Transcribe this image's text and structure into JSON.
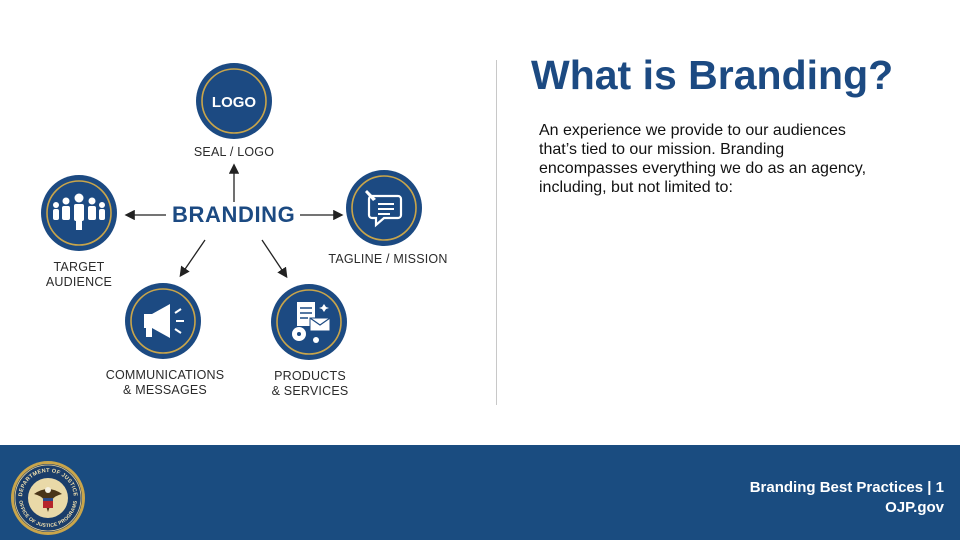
{
  "slide": {
    "title": "What is Branding?",
    "body": "An experience we provide to our audiences that’s tied to our mission. Branding encompasses everything we do as an agency, including, but not limited to:"
  },
  "diagram": {
    "center": "BRANDING",
    "logo_circle_text": "LOGO",
    "labels": {
      "seal_logo": "SEAL / LOGO",
      "target_line1": "TARGET",
      "target_line2": "AUDIENCE",
      "tagline": "TAGLINE / MISSION",
      "comms_line1": "COMMUNICATIONS",
      "comms_line2": "& MESSAGES",
      "products_line1": "PRODUCTS",
      "products_line2": "& SERVICES"
    },
    "icons": [
      "logo-icon",
      "audience-icon",
      "speech-bubble-icon",
      "megaphone-icon",
      "products-icon"
    ]
  },
  "footer": {
    "line1": "Branding Best Practices | 1",
    "line2": "OJP.gov",
    "seal_text_top": "DEPARTMENT OF JUSTICE",
    "seal_text_bottom": "OFFICE OF JUSTICE PROGRAMS"
  },
  "colors": {
    "navy": "#1c4a82",
    "footer": "#1a4c80",
    "gold": "#c9a54a"
  }
}
